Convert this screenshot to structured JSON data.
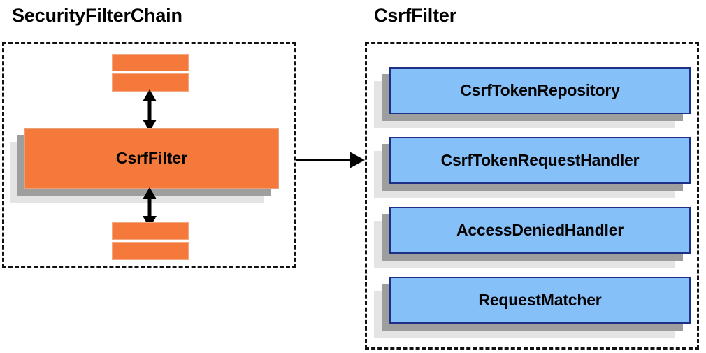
{
  "diagram": {
    "title_left": "SecurityFilterChain",
    "title_right": "CsrfFilter",
    "left_panel": {
      "main_box_label": "CsrfFilter",
      "filter_bars_top": [
        "filter-bar-1",
        "filter-bar-2"
      ],
      "filter_bars_bottom": [
        "filter-bar-3",
        "filter-bar-4"
      ],
      "arrow_top": "double-headed-vertical-arrow",
      "arrow_bottom": "double-headed-vertical-arrow"
    },
    "right_panel": {
      "components": [
        {
          "label": "CsrfTokenRepository"
        },
        {
          "label": "CsrfTokenRequestHandler"
        },
        {
          "label": "AccessDeniedHandler"
        },
        {
          "label": "RequestMatcher"
        }
      ]
    },
    "connector": {
      "name": "csrffilter-to-collaborators-arrow",
      "direction": "left-to-right"
    },
    "colors": {
      "orange": "#f4793b",
      "orange_border": "#e8a079",
      "blue": "#85c0f9",
      "blue_border": "#1d2f86",
      "shadow_dark": "#9e9e9e",
      "shadow_light": "#e4e4e4",
      "outline": "#111111",
      "text": "#000000",
      "background": "#ffffff"
    }
  }
}
